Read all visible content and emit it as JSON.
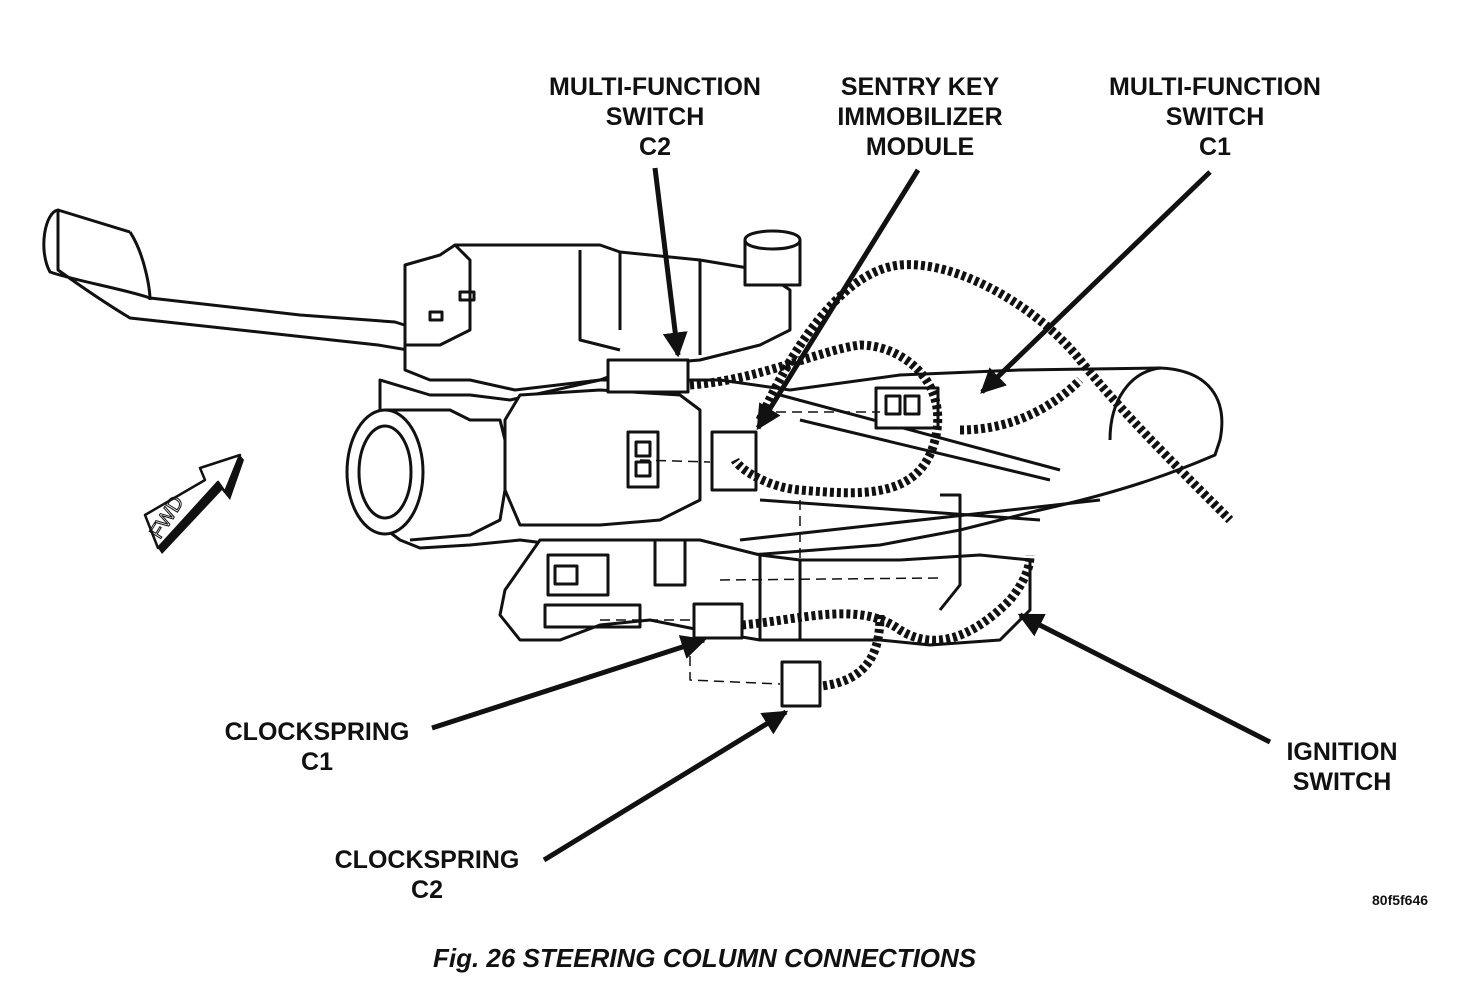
{
  "labels": {
    "mfs_c2": [
      "MULTI-FUNCTION",
      "SWITCH",
      "C2"
    ],
    "sentry": [
      "SENTRY KEY",
      "IMMOBILIZER",
      "MODULE"
    ],
    "mfs_c1": [
      "MULTI-FUNCTION",
      "SWITCH",
      "C1"
    ],
    "clockspring_c1": [
      "CLOCKSPRING",
      "C1"
    ],
    "clockspring_c2": [
      "CLOCKSPRING",
      "C2"
    ],
    "ignition": [
      "IGNITION",
      "SWITCH"
    ]
  },
  "fwd_marker": "FWD",
  "figure_code": "80f5f646",
  "caption": "Fig. 26 STEERING COLUMN CONNECTIONS"
}
